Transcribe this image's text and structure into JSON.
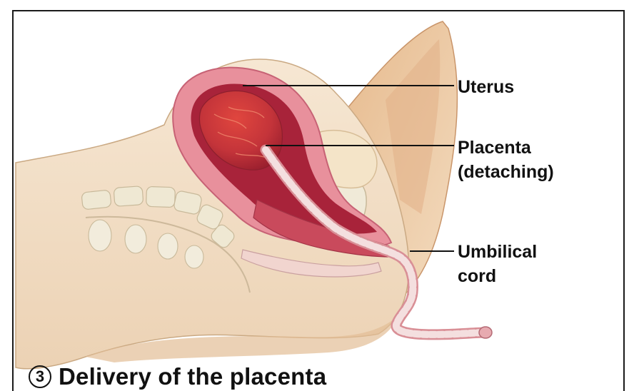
{
  "labels": {
    "uterus": "Uterus",
    "placenta_line1": "Placenta",
    "placenta_line2": "(detaching)",
    "cord_line1": "Umbilical",
    "cord_line2": "cord"
  },
  "caption": {
    "step_number": "3",
    "title": "Delivery of the placenta"
  },
  "colors": {
    "skin": "#f1dcc0",
    "skin_shadow": "#d8b892",
    "thigh": "#e9c79e",
    "uterus_wall": "#e27a8a",
    "uterus_inner": "#b8293a",
    "placenta": "#c4453f",
    "cord": "#efd6d8",
    "bone": "#e9e2cc"
  }
}
